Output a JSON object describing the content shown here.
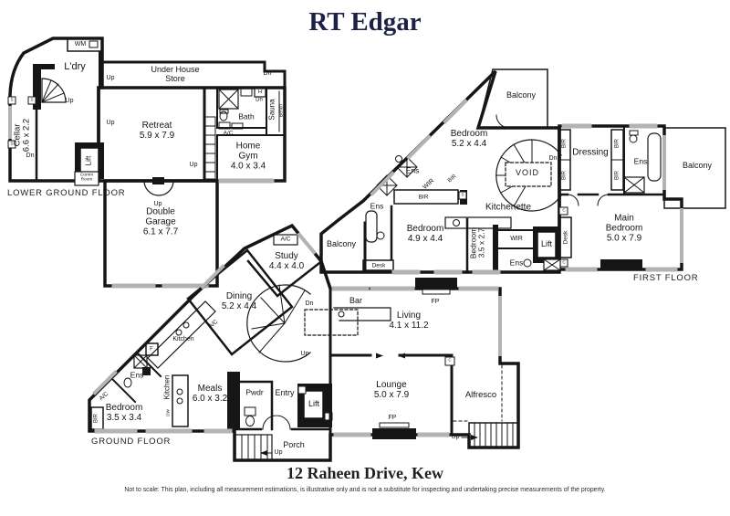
{
  "meta": {
    "brand": "RT Edgar",
    "address": "12 Raheen Drive, Kew",
    "disclaimer": "Not to scale: This plan, including all measurement estimations, is illustrative only and is not a substitute for inspecting and undertaking precise measurements of the property."
  },
  "colors": {
    "wall": "#161616",
    "window": "#b3b3b3",
    "title_navy": "#1d2145"
  },
  "floors": {
    "lower_ground": "LOWER GROUND FLOOR",
    "ground": "GROUND FLOOR",
    "first": "FIRST FLOOR"
  },
  "t": {
    "wm": "WM",
    "ldry": "L'dry",
    "under_house_store": "Under House\nStore",
    "cellar": "Cellar\n6.6 x 2.2",
    "retreat": "Retreat\n5.9 x 7.9",
    "bath": "Bath",
    "sauna": "Sauna",
    "bench": "Bench",
    "h": "H",
    "ac": "A/C",
    "home_gym": "Home\nGym\n4.0 x 3.4",
    "lift": "Lift",
    "comm_room": "Comm\nRoom",
    "double_garage": "Double\nGarage\n6.1 x 7.7",
    "up": "Up",
    "dn": "Dn",
    "s": "S",
    "c": "C",
    "f": "F",
    "dw": "DW",
    "balcony": "Balcony",
    "bedroom_52": "Bedroom\n5.2 x 4.4",
    "bedroom_49": "Bedroom\n4.9 x 4.4",
    "bedroom_35_27": "Bedroom\n3.5 x 2.7",
    "bedroom_35_34": "Bedroom\n3.5 x 3.4",
    "main_bedroom": "Main\nBedroom\n5.0 x 7.9",
    "ens": "Ens",
    "wir": "WIR",
    "bir": "BIR",
    "void": "VOID",
    "kitchenette": "Kitchenette",
    "desk": "Desk",
    "dressing": "Dressing",
    "study": "Study\n4.4 x 4.0",
    "dining": "Dining\n5.2 x 4.4",
    "kitchen": "Kitchen",
    "meals": "Meals\n6.0 x 3.2",
    "pwdr": "Pwdr",
    "entry": "Entry",
    "porch": "Porch",
    "bar": "Bar",
    "living": "Living\n4.1 x 11.2",
    "lounge": "Lounge\n5.0 x 7.9",
    "alfresco": "Alfresco",
    "fp": "FP"
  }
}
